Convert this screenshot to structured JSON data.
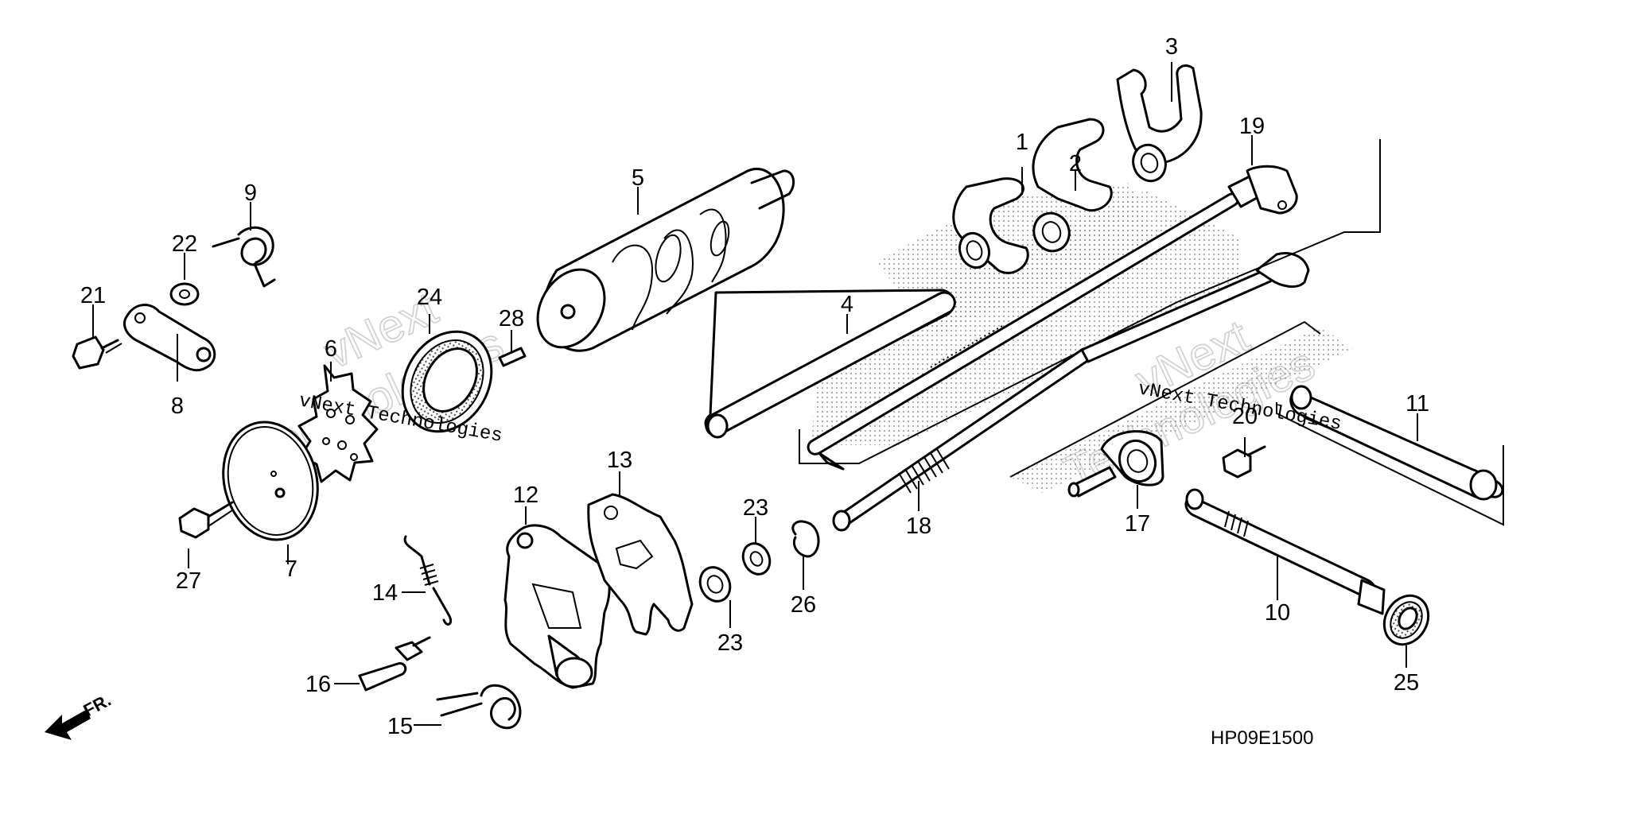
{
  "diagram_code": "HP09E1500",
  "front_indicator": "FR.",
  "watermark": {
    "text": "vNext Technologies",
    "outline_line1": "vNext",
    "outline_line2": "Technologies"
  },
  "callouts": {
    "p1": "1",
    "p2": "2",
    "p3": "3",
    "p4": "4",
    "p5": "5",
    "p6": "6",
    "p7": "7",
    "p8": "8",
    "p9": "9",
    "p10": "10",
    "p11": "11",
    "p12": "12",
    "p13": "13",
    "p14": "14",
    "p15": "15",
    "p16": "16",
    "p17": "17",
    "p18": "18",
    "p19": "19",
    "p20": "20",
    "p21": "21",
    "p22": "22",
    "p23a": "23",
    "p23b": "23",
    "p24": "24",
    "p25": "25",
    "p26": "26",
    "p27": "27",
    "p28": "28"
  }
}
